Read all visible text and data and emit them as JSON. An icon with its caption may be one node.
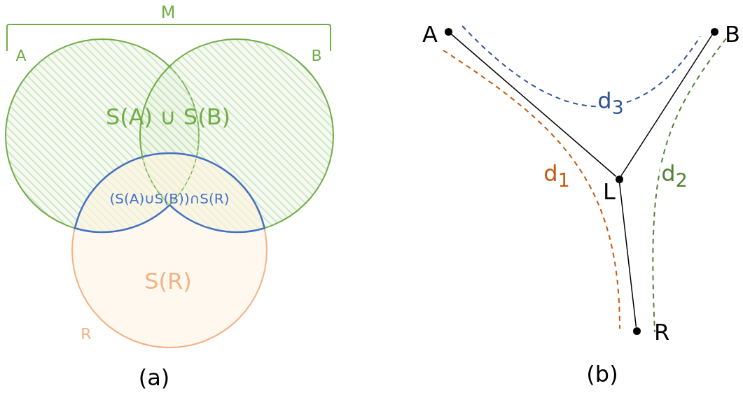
{
  "diagram": {
    "nodes": [
      {
        "text": [
          "A"
        ]
      },
      {
        "text": [
          "B"
        ]
      },
      {
        "text": [
          "R",
          "S(R)"
        ]
      },
      {
        "text": [
          "(S(A)∪S(B))∩S(R)"
        ],
        "in": 2
      },
      {
        "text": [
          "A"
        ]
      },
      {
        "text": [
          "B"
        ]
      },
      {
        "text": [
          "L"
        ]
      },
      {
        "text": [
          "R"
        ]
      }
    ],
    "edges": [
      {
        "from": 4,
        "to": 6,
        "arrow": "none"
      },
      {
        "from": 5,
        "to": 6,
        "arrow": "none"
      },
      {
        "from": 6,
        "to": 7,
        "arrow": "none"
      },
      {
        "from": 4,
        "to": 7,
        "arrow": "none",
        "style": "dashed",
        "color": "#c55a11",
        "label": "d$_{1}$"
      },
      {
        "from": 5,
        "to": 7,
        "arrow": "none",
        "style": "dashed",
        "color": "#548235",
        "label": "d$_{2}$"
      },
      {
        "from": 4,
        "to": 5,
        "arrow": "none",
        "style": "dashed",
        "color": "#2f5597",
        "label": "d$_{3}$"
      }
    ],
    "labels": [
      "M",
      "S(A) ∪ S(B)",
      "(a)",
      "(b)"
    ]
  }
}
